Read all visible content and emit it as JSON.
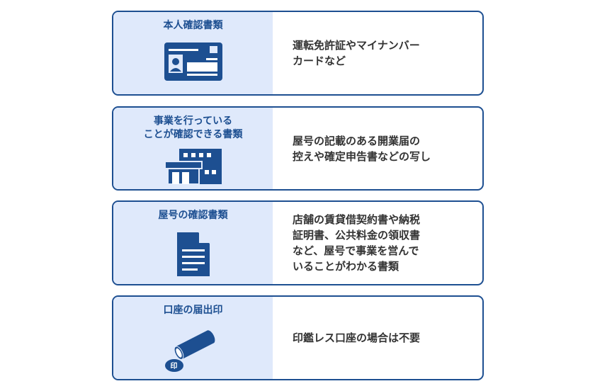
{
  "items": [
    {
      "title": "本人確認書類",
      "icon": "id-card-icon",
      "description": "運転免許証やマイナンバー\nカードなど"
    },
    {
      "title": "事業を行っている\nことが確認できる書類",
      "icon": "building-icon",
      "description": "屋号の記載のある開業届の\n控えや確定申告書などの写し"
    },
    {
      "title": "屋号の確認書類",
      "icon": "document-icon",
      "description": "店舗の賃貸借契約書や納税\n証明書、公共料金の領収書\nなど、屋号で事業を営んで\nいることがわかる書類"
    },
    {
      "title": "口座の届出印",
      "icon": "seal-stamp-icon",
      "description": "印鑑レス口座の場合は不要"
    }
  ],
  "stamp_label": "印",
  "colors": {
    "accent": "#1d4f91",
    "left_bg": "#dfe9fb",
    "text": "#333333"
  }
}
